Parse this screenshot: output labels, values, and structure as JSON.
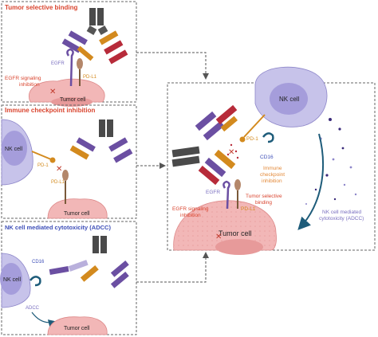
{
  "panels": {
    "tumor_selective": {
      "title": "Tumor selective binding",
      "egfr": "EGFR",
      "pdl1": "PD-L1",
      "egfr_inhibition": "EGFR signaling\ninhibition",
      "tumor_cell": "Tumor cell"
    },
    "checkpoint": {
      "title": "Immune checkpoint inhibition",
      "nk_cell": "NK cell",
      "pd1": "PD-1",
      "pdl1": "PD-L1",
      "tumor_cell": "Tumor cell"
    },
    "adcc": {
      "title": "NK cell mediated cytotoxicity (ADCC)",
      "nk_cell": "NK cell",
      "cd16": "CD16",
      "adcc": "ADCC",
      "tumor_cell": "Tumor cell"
    }
  },
  "summary": {
    "nk_cell": "NK cell",
    "pd1": "PD-1",
    "cd16": "CD16",
    "immune_checkpoint": "Immune\ncheckpoint\ninhibition",
    "tumor_selective": "Tumor selective\nbinding",
    "egfr": "EGFR",
    "pdl1": "PD-L1",
    "egfr_inhibition": "EGFR signaling\ninhibition",
    "tumor_cell": "Tumor cell",
    "nk_mediated": "NK cell mediated\ncytotoxicity (ADCC)"
  },
  "colors": {
    "red_title": "#d9452f",
    "blue_title": "#3e4fb8",
    "orange_text": "#e38a3a",
    "purple_text": "#7a6fc0",
    "tumor_fill": "#f2b7b7",
    "nk_fill": "#c7c3ea",
    "nk_nucleus": "#a59ddb",
    "heavy_gray": "#4a4a4a",
    "purple_chain": "#6b4fa2",
    "orange_chain": "#d38a1e",
    "red_chain": "#b72b3a",
    "teal_arrow": "#1e5c7a"
  }
}
